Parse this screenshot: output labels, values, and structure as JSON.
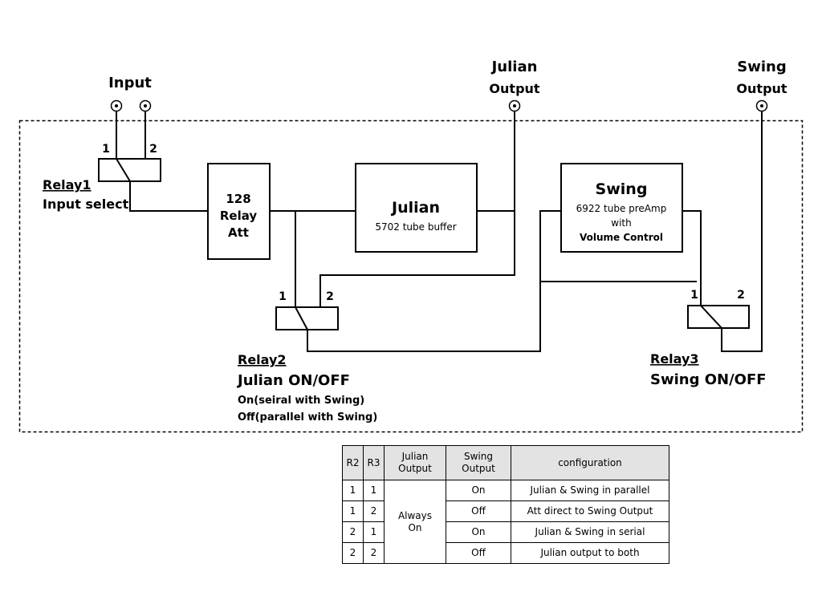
{
  "terminals": {
    "input": {
      "label": "Input"
    },
    "julian_output": {
      "line1": "Julian",
      "line2": "Output"
    },
    "swing_output": {
      "line1": "Swing",
      "line2": "Output"
    }
  },
  "relay1": {
    "pin1": "1",
    "pin2": "2",
    "title": "Relay1",
    "subtitle": "Input select"
  },
  "attenuator": {
    "line1": "128",
    "line2": "Relay",
    "line3": "Att"
  },
  "julian_block": {
    "title": "Julian",
    "subtitle": "5702 tube buffer"
  },
  "swing_block": {
    "title": "Swing",
    "line1": "6922 tube preAmp",
    "line2": "with",
    "line3": "Volume Control"
  },
  "relay2": {
    "pin1": "1",
    "pin2": "2",
    "title": "Relay2",
    "subtitle": "Julian ON/OFF",
    "note1": "On(seiral with Swing)",
    "note2": "Off(parallel with Swing)"
  },
  "relay3": {
    "pin1": "1",
    "pin2": "2",
    "title": "Relay3",
    "subtitle": "Swing ON/OFF"
  },
  "table": {
    "headers": {
      "r2": "R2",
      "r3": "R3",
      "julian_line1": "Julian",
      "julian_line2": "Output",
      "swing_line1": "Swing",
      "swing_line2": "Output",
      "configuration": "configuration"
    },
    "always_line1": "Always",
    "always_line2": "On",
    "rows": [
      {
        "r2": "1",
        "r3": "1",
        "swing": "On",
        "config": "Julian & Swing in parallel"
      },
      {
        "r2": "1",
        "r3": "2",
        "swing": "Off",
        "config": "Att direct to Swing Output"
      },
      {
        "r2": "2",
        "r3": "1",
        "swing": "On",
        "config": "Julian & Swing in serial"
      },
      {
        "r2": "2",
        "r3": "2",
        "swing": "Off",
        "config": "Julian output to both"
      }
    ]
  }
}
